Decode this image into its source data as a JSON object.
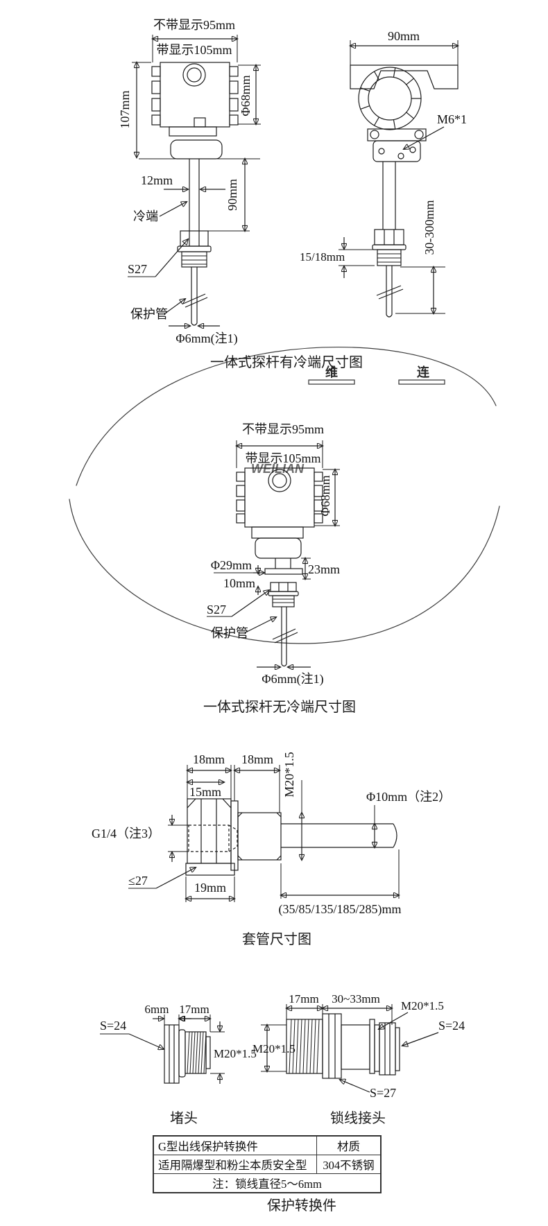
{
  "colors": {
    "line": "#1a1a1a",
    "thread_dashed": "#2f9e62",
    "watermark_blue": "#2e6fd0",
    "watermark_light_blue": "#b0cdee",
    "watermark_green": "#d6e5a6"
  },
  "watermark": {
    "cn_left": "维",
    "cn_right": "连",
    "en": "WEILIAN"
  },
  "fig1": {
    "caption": "一体式探杆有冷端尺寸图",
    "front": {
      "top1": "不带显示95mm",
      "top2": "带显示105mm",
      "h107": "107mm",
      "d68": "Φ68mm",
      "n12": "12mm",
      "c90": "90mm",
      "cold": "冷端",
      "s27": "S27",
      "tube": "保护管",
      "probe": "Φ6mm(注1)"
    },
    "side": {
      "w90": "90mm",
      "m6": "M6*1",
      "t1518": "15/18mm",
      "ins": "30-300mm"
    }
  },
  "fig2": {
    "caption": "一体式探杆无冷端尺寸图",
    "top1": "不带显示95mm",
    "top2": "带显示105mm",
    "d68": "Φ68mm",
    "d29": "Φ29mm",
    "d23": "23mm",
    "d10": "10mm",
    "s27": "S27",
    "tube": "保护管",
    "probe": "Φ6mm(注1)"
  },
  "fig3": {
    "caption": "套管尺寸图",
    "a18": "18mm",
    "b18": "18mm",
    "m20": "M20*1.5",
    "d15": "15mm",
    "d10": "Φ10mm（注2）",
    "g14": "G1/4（注3）",
    "s27": "≤27",
    "d19": "19mm",
    "len": "(35/85/135/185/285)mm"
  },
  "fig4a": {
    "caption": "堵头",
    "s24": "S=24",
    "d6": "6mm",
    "d17": "17mm",
    "m20": "M20*1.5"
  },
  "fig4b": {
    "caption": "锁线接头",
    "d17": "17mm",
    "d3033": "30~33mm",
    "m20_top": "M20*1.5",
    "m20_left": "M20*1.5",
    "s24": "S=24",
    "s27": "S=27"
  },
  "table": {
    "r1c1": "G型出线保护转换件",
    "r1c2": "材质",
    "r2c1": "适用隔爆型和粉尘本质安全型",
    "r2c2": "304不锈钢",
    "note": "注：锁线直径5～6mm",
    "caption": "保护转换件"
  }
}
